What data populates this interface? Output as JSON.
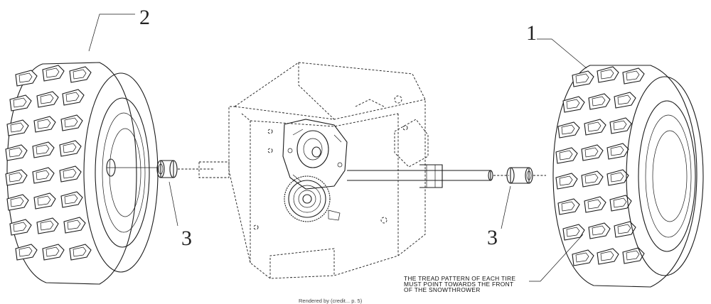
{
  "diagram": {
    "callouts": {
      "left_tire": "2",
      "right_tire": "1",
      "left_bushing": "3",
      "right_bushing": "3"
    },
    "note_lines": [
      "THE TREAD PATTERN OF EACH TIRE",
      "MUST POINT TOWARDS THE FRONT",
      "OF THE SNOWTHROWER"
    ],
    "footer": "Rendered by (credit... p. 5)"
  }
}
